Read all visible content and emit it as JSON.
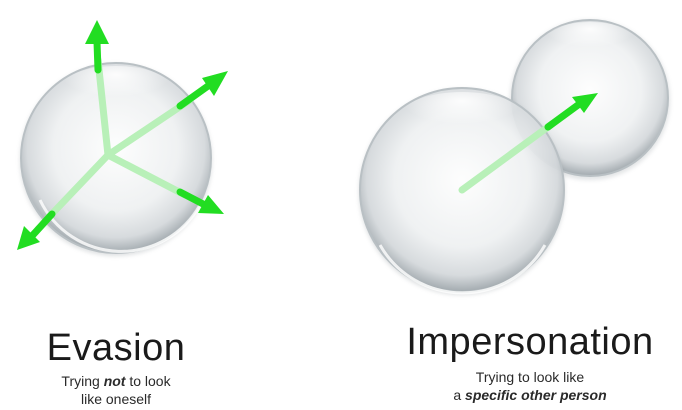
{
  "evasion": {
    "title": "Evasion",
    "subtitle_prefix": "Trying ",
    "subtitle_emphasis": "not",
    "subtitle_suffix": " to look",
    "subtitle_line2": "like oneself"
  },
  "impersonation": {
    "title": "Impersonation",
    "subtitle_line1": "Trying to look like",
    "subtitle_line2_prefix": "a ",
    "subtitle_line2_emphasis": "specific other person"
  },
  "colors": {
    "arrow_bright": "#22dd22",
    "arrow_faded": "#b8f0b8",
    "sphere_edge": "#9aa3a8",
    "text": "#1a1a1a"
  }
}
